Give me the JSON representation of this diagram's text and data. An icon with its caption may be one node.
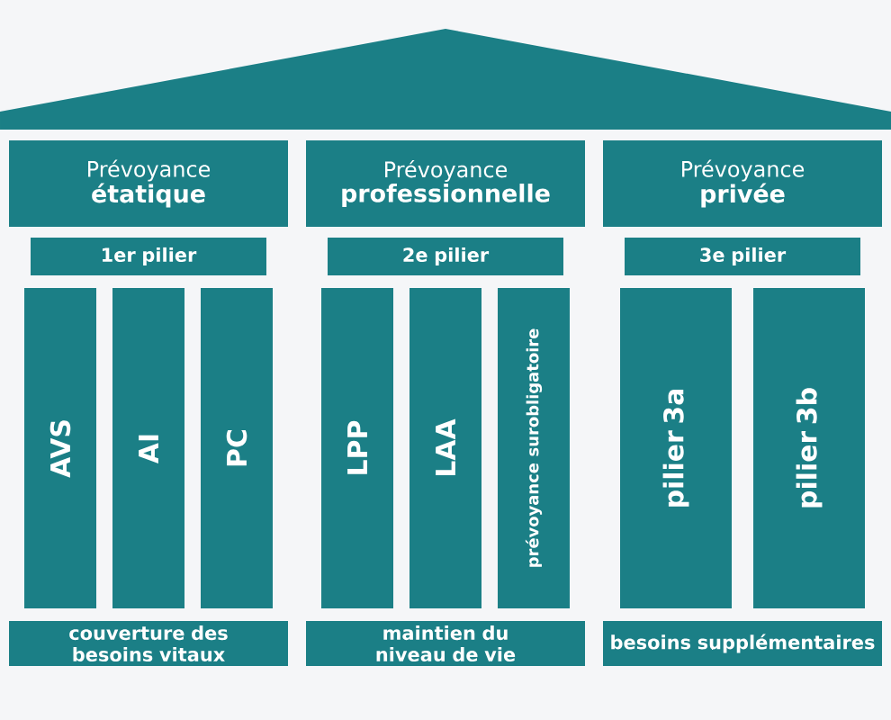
{
  "diagram": {
    "nodes": [
      {
        "text": [
          "Prévoyance",
          "étatique"
        ]
      },
      {
        "text": [
          "Prévoyance",
          "professionnelle"
        ]
      },
      {
        "text": [
          "Prévoyance",
          "privée"
        ]
      },
      {
        "text": [
          "1er pilier"
        ]
      },
      {
        "text": [
          "2e pilier"
        ]
      },
      {
        "text": [
          "3e pilier"
        ]
      },
      {
        "text": [
          "AVS"
        ]
      },
      {
        "text": [
          "AI"
        ]
      },
      {
        "text": [
          "PC"
        ]
      },
      {
        "text": [
          "LPP"
        ]
      },
      {
        "text": [
          "LAA"
        ]
      },
      {
        "text": [
          "prévoyance surobligatoire"
        ]
      },
      {
        "text": [
          "pilier 3a"
        ]
      },
      {
        "text": [
          "pilier 3b"
        ]
      },
      {
        "text": [
          "couverture des besoins vitaux"
        ]
      },
      {
        "text": [
          "maintien du niveau de vie"
        ]
      },
      {
        "text": [
          "besoins supplémentaires"
        ]
      }
    ]
  }
}
